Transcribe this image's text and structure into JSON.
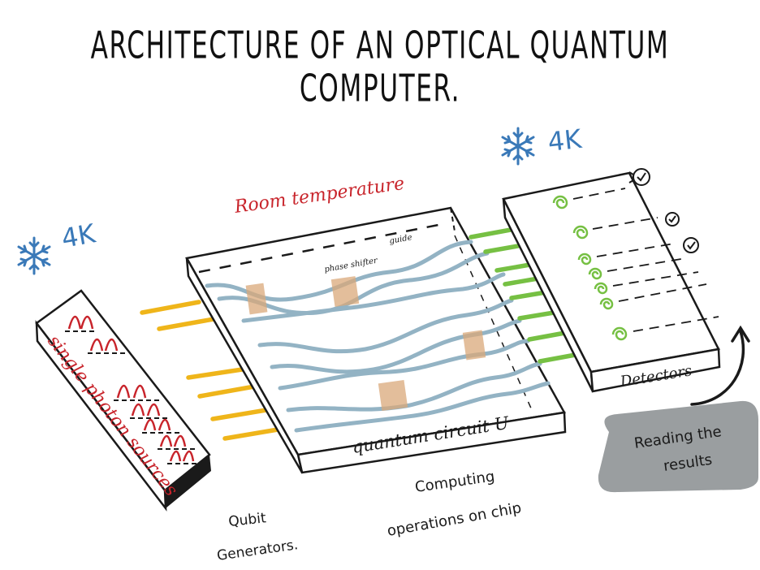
{
  "title": "ARCHITECTURE OF AN OPTICAL QUANTUM COMPUTER.",
  "labels": {
    "temp_left": "4K",
    "temp_right": "4K",
    "room_temperature": "Room temperature",
    "single_photon_sources": "single photon sources",
    "quantum_circuit": "quantum circuit U",
    "detectors": "Detectors",
    "phase_shifter": "phase shifter",
    "guide": "guide",
    "qubit_generators_line1": "Qubit",
    "qubit_generators_line2": "Generators.",
    "computing_line1": "Computing",
    "computing_line2": "operations on chip",
    "reading_line1": "Reading the",
    "reading_line2": "results"
  },
  "colors": {
    "ink": "#1a1a1a",
    "red": "#c8242b",
    "blue": "#3a79b8",
    "photon_link": "#efb51a",
    "detector_link": "#76c043",
    "waveguide": "#93b3c4",
    "phase_shifter": "#d9a87a",
    "callout_bg": "#9a9ea0"
  },
  "icons": {
    "cold_left": "snowflake-icon",
    "cold_right": "snowflake-icon",
    "reading_arrow": "curved-arrow-icon",
    "detector_readout": "checkmark-dial-icon"
  }
}
